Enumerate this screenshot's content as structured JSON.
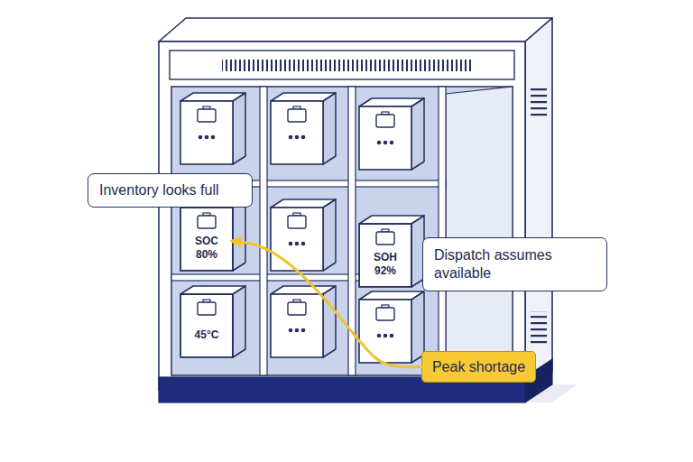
{
  "diagram": {
    "nodes": [
      {
        "text": [
          "Inventory looks full"
        ]
      },
      {
        "text": [
          "SOC 80%"
        ]
      },
      {
        "text": [
          "SOH 92%"
        ]
      },
      {
        "text": [
          "Dispatch assumes available"
        ]
      },
      {
        "text": [
          "45°C"
        ]
      },
      {
        "text": [
          "Peak shortage"
        ]
      }
    ],
    "edges": [
      {
        "from": 5,
        "to": 1,
        "arrow": "to"
      }
    ]
  }
}
